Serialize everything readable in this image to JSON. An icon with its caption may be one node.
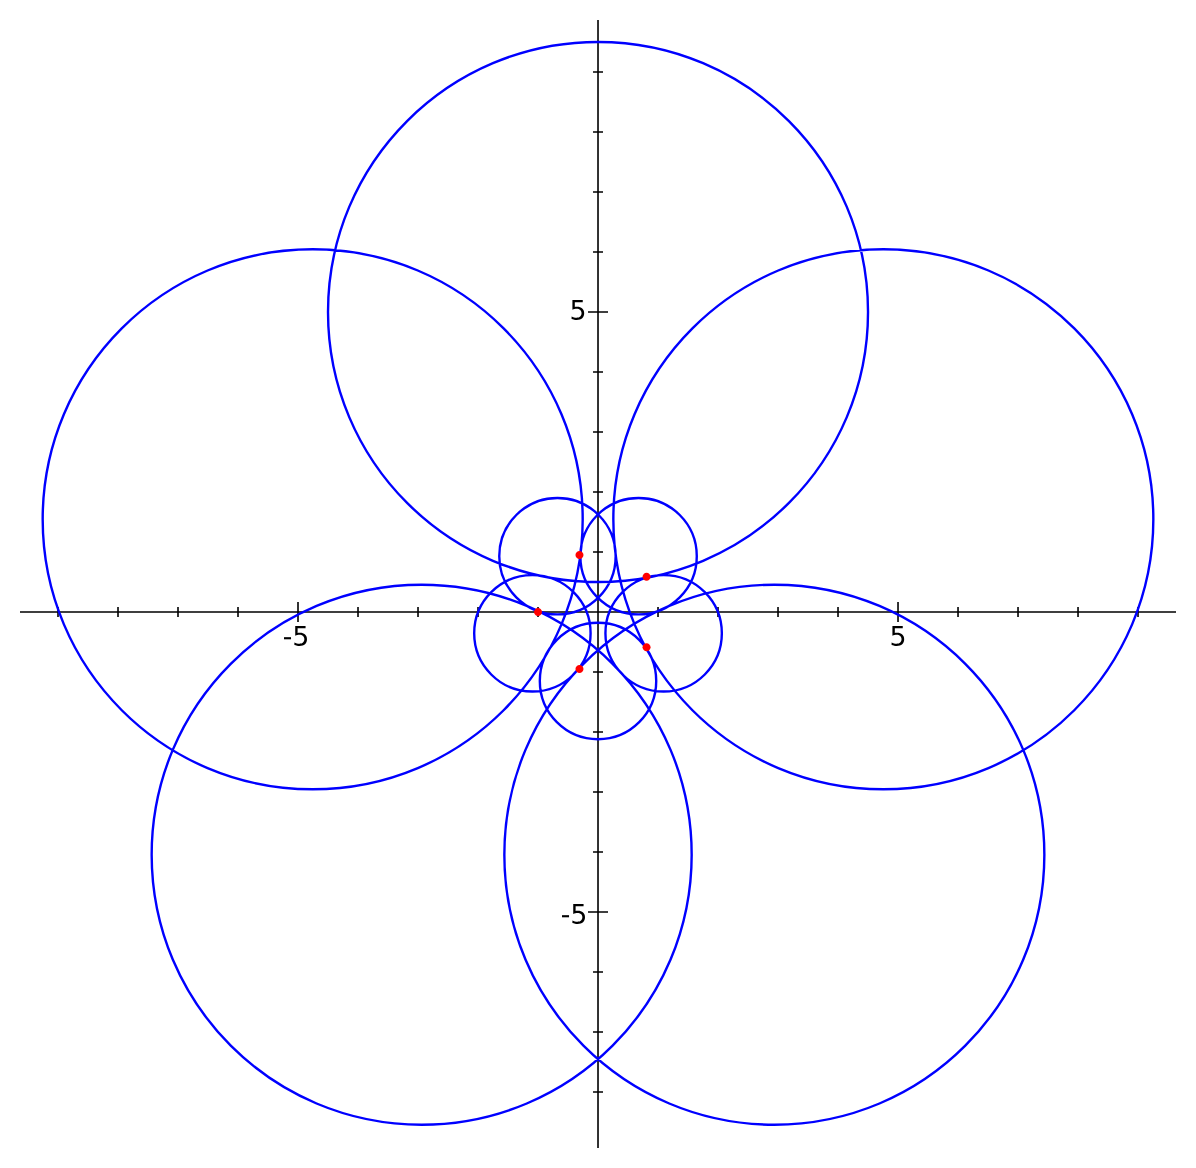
{
  "diagram": {
    "labels": [
      "5",
      "-5",
      "5",
      "-5"
    ]
  }
}
